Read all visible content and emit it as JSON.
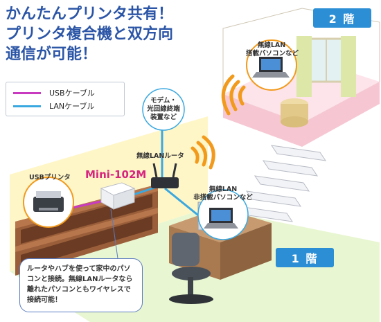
{
  "headline": {
    "lines": [
      "かんたんプリンタ共有！",
      "プリンタ複合機と双方向",
      "通信が可能！"
    ],
    "color": "#2b55a6"
  },
  "legend": {
    "items": [
      {
        "label": "USBケーブル",
        "color": "#c83bc0"
      },
      {
        "label": "LANケーブル",
        "color": "#3aa8e0"
      }
    ]
  },
  "floors": {
    "upper": {
      "label": "2 階",
      "color": "#2c8fd6"
    },
    "lower": {
      "label": "1 階",
      "color": "#2c8fd6"
    }
  },
  "devices": {
    "wireless_pc": {
      "label": [
        "無線LAN",
        "搭載パソコンなど"
      ]
    },
    "modem": {
      "label": [
        "モデム・",
        "光回線終端",
        "装置など"
      ]
    },
    "router": {
      "label": "無線LANルータ"
    },
    "usb_printer": {
      "label": "USBプリンタ"
    },
    "model_name": "Mini-102M",
    "wired_pc": {
      "label": [
        "無線LAN",
        "非搭載パソコンなど"
      ]
    }
  },
  "callout": {
    "lines": [
      "ルータやハブを使って家中のパソ",
      "コンと接続。無線LANルータなら",
      "離れたパソコンともワイヤレスで",
      "接続可能！"
    ]
  },
  "colors": {
    "wall": "#fff6c8",
    "upper_floor": "#fde3ea",
    "lower_floor": "#e9f6d2",
    "wifi": "#f29a1c"
  }
}
